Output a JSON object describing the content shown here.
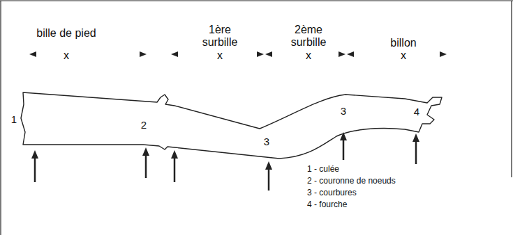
{
  "diagram": {
    "labels": [
      "bille de pied",
      "1ère surbille",
      "2ème surbille",
      "billon",
      "x",
      "x",
      "x",
      "x",
      "1",
      "2",
      "3",
      "3",
      "4",
      "1 - culée",
      "2 - couronne de noeuds",
      "3 - courbures",
      "4 - fourche"
    ]
  }
}
